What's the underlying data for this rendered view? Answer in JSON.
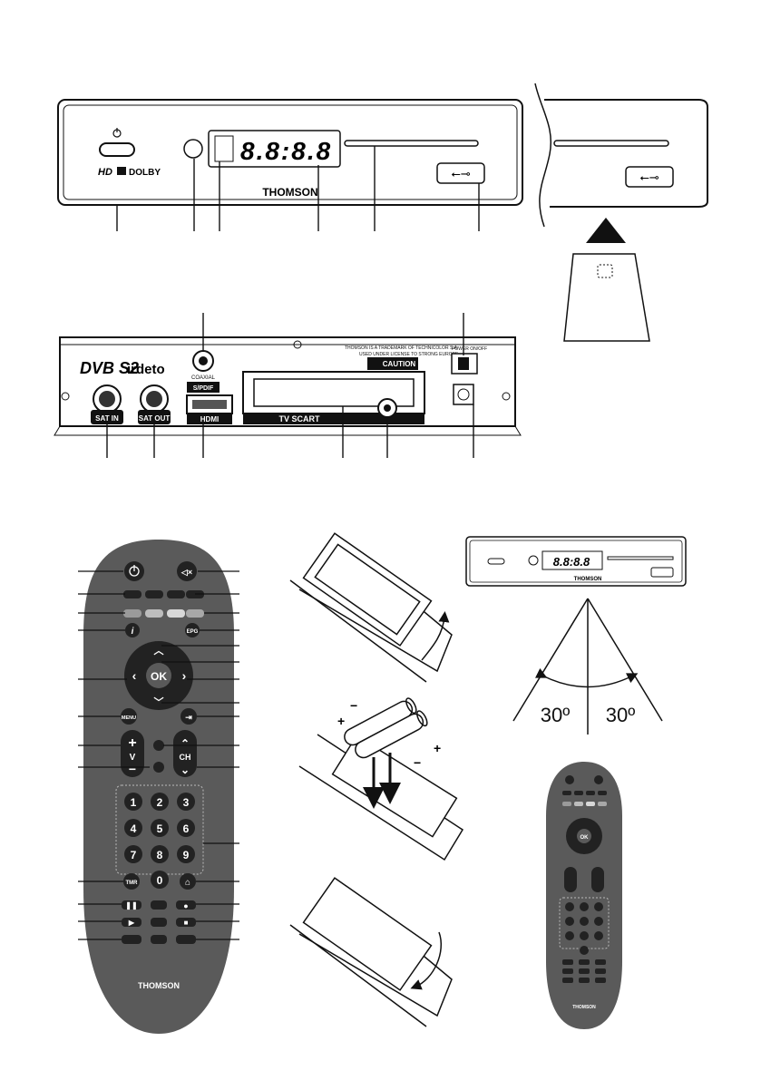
{
  "brand": "THOMSON",
  "front_panel": {
    "logos": [
      "HD",
      "DOLBY"
    ],
    "usb_symbol": "usb-icon"
  },
  "rear_panel": {
    "dvb": "DVB S2",
    "irdeto": "irdeto",
    "ports": {
      "sat_in": "SAT IN",
      "sat_out": "SAT OUT",
      "coaxial": "COAXIAL",
      "spdif": "S/PDIF",
      "hdmi": "HDMI",
      "scart": "TV SCART",
      "power": "POWER ON/OFF",
      "caution": "CAUTION"
    },
    "trademark_line1": "THOMSON IS A TRADEMARK OF TECHNICOLOR S.A.",
    "trademark_line2": "USED UNDER LICENSE TO STRONG EUROPE"
  },
  "remote": {
    "keys": {
      "ok": "OK",
      "menu": "MENU",
      "epg": "EPG",
      "info": "i",
      "vol_label": "V",
      "ch_label": "CH",
      "tmr": "TMR",
      "plus": "+",
      "minus": "−",
      "digits": [
        "1",
        "2",
        "3",
        "4",
        "5",
        "6",
        "7",
        "8",
        "9",
        "0"
      ]
    },
    "brand": "THOMSON"
  },
  "battery": {
    "plus": "+",
    "minus": "−"
  },
  "angles": {
    "left": "30º",
    "right": "30º"
  }
}
